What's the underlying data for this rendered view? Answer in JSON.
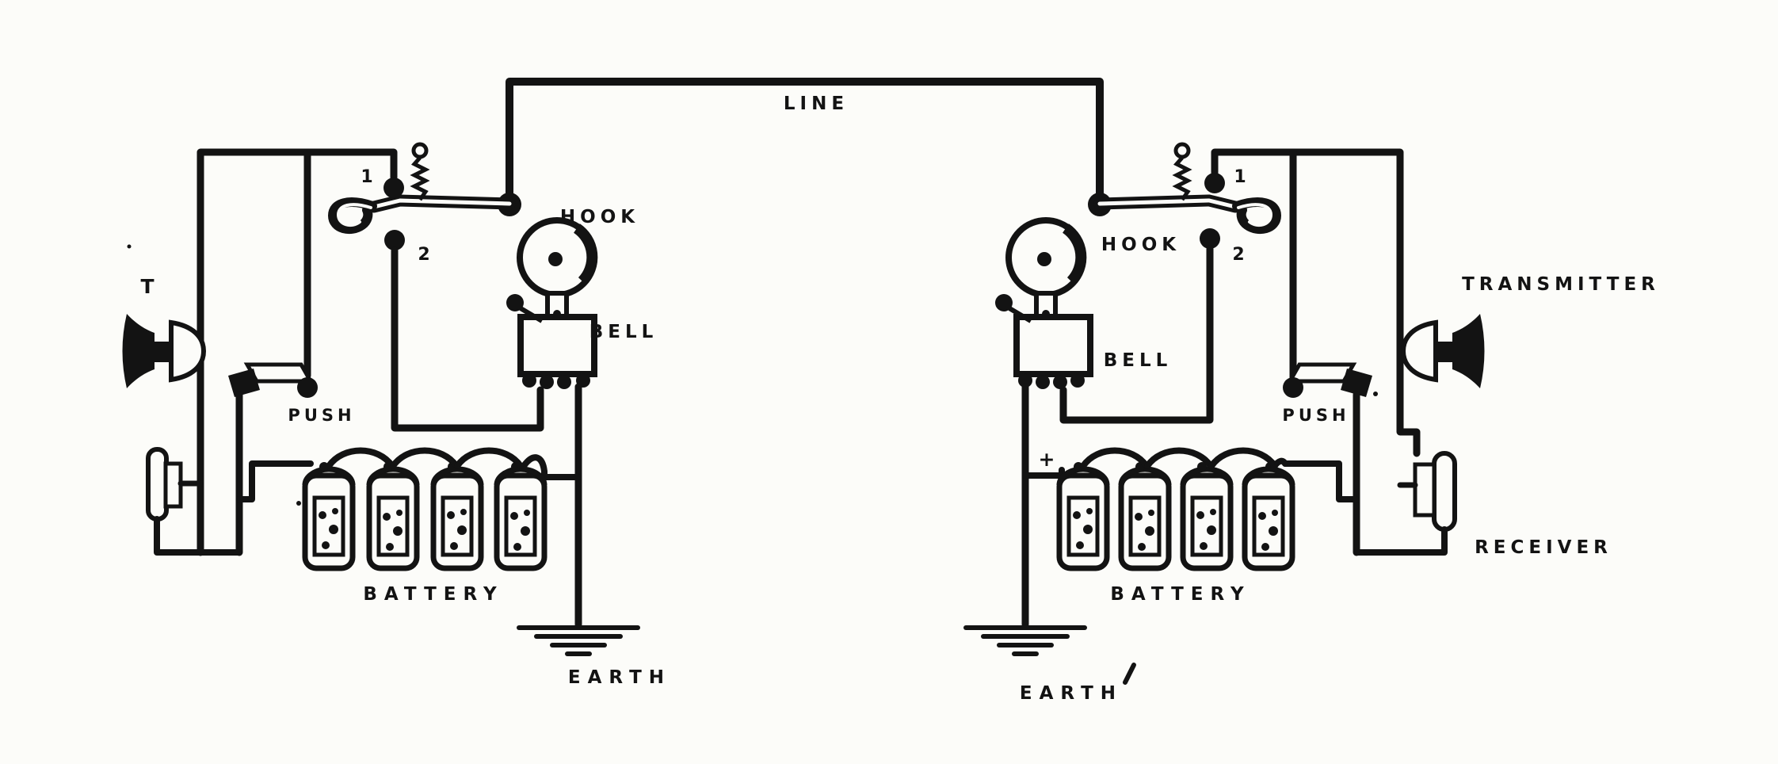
{
  "figure": {
    "kind": "vintage telephone circuit diagram, two stations connected by a line",
    "ink_color": "#131313",
    "paper_color": "#fcfcf9"
  },
  "labels": {
    "line": "LINE",
    "hook": "HOOK",
    "bell": "BELL",
    "push": "PUSH",
    "battery": "BATTERY",
    "earth": "EARTH",
    "transmitter_short": "T",
    "transmitter": "TRANSMITTER",
    "receiver": "RECEIVER",
    "contact_1": "1",
    "contact_2": "2",
    "polarity_plus": "+"
  }
}
